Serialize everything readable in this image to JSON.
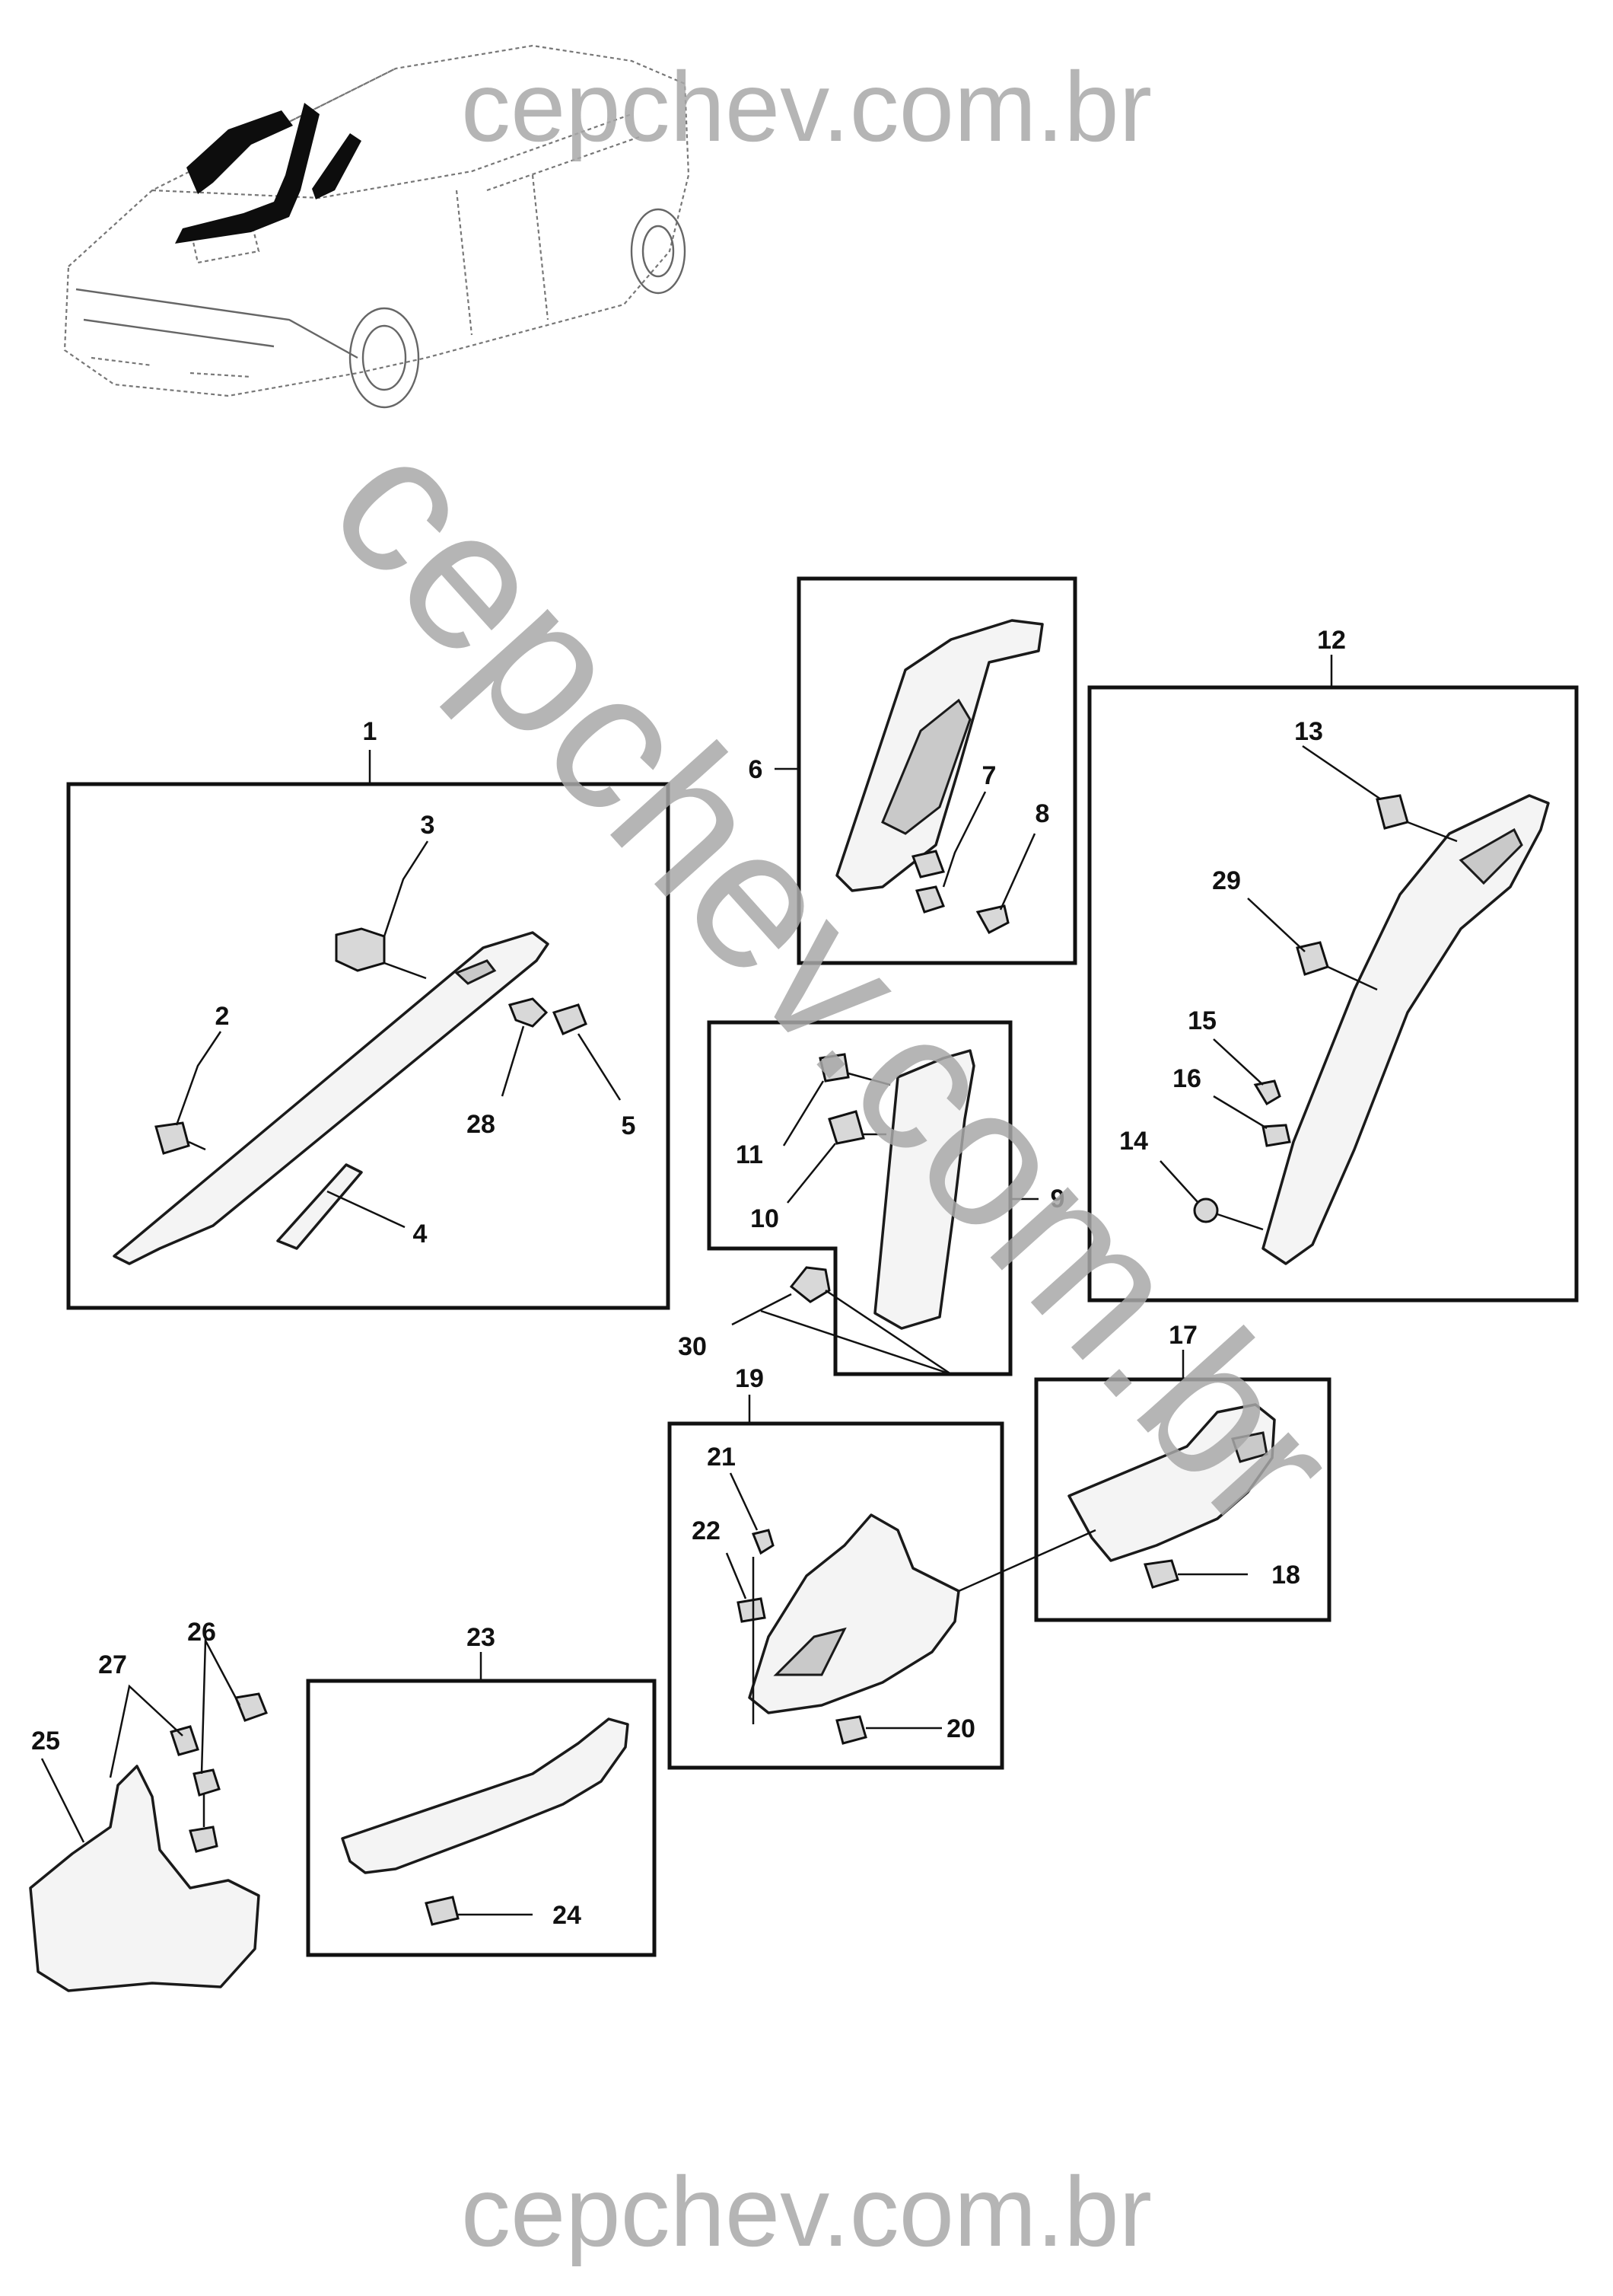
{
  "watermark": {
    "top": "cepchev.com.br",
    "diagonal": "cepchev.com.br",
    "bottom": "cepchev.com.br"
  },
  "callouts": {
    "c1": "1",
    "c2": "2",
    "c3": "3",
    "c4": "4",
    "c5": "5",
    "c6": "6",
    "c7": "7",
    "c8": "8",
    "c9": "9",
    "c10": "10",
    "c11": "11",
    "c12": "12",
    "c13": "13",
    "c14": "14",
    "c15": "15",
    "c16": "16",
    "c17": "17",
    "c18": "18",
    "c19": "19",
    "c20": "20",
    "c21": "21",
    "c22": "22",
    "c23": "23",
    "c24": "24",
    "c25": "25",
    "c26": "26",
    "c27": "27",
    "c28": "28",
    "c29": "29",
    "c30": "30"
  }
}
